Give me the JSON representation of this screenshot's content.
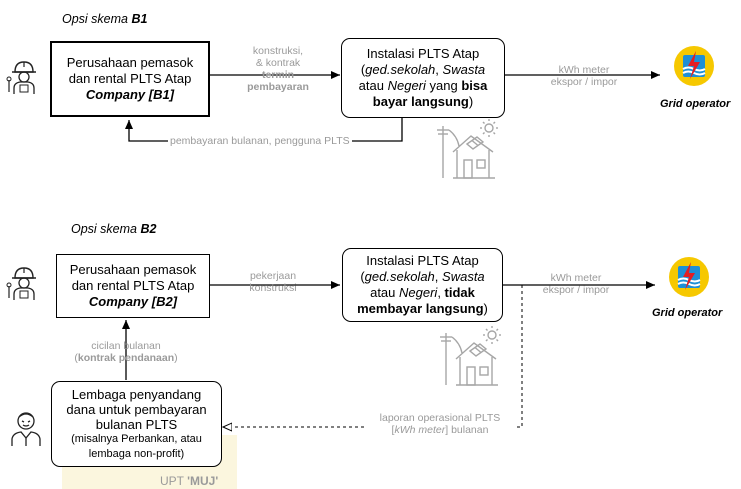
{
  "scheme1": {
    "title_prefix": "Opsi skema ",
    "title_code": "B1",
    "company_box": {
      "line1": "Perusahaan pemasok",
      "line2": "dan rental PLTS Atap",
      "company_label": "Company [",
      "company_code": "B1",
      "company_close": "]"
    },
    "install_box": {
      "line1": "Instalasi PLTS Atap",
      "paren_open": "(",
      "ged": "ged.sekolah",
      "comma1": ", ",
      "swasta": "Swasta",
      "atau": "atau ",
      "negeri": "Negeri",
      "yang": " yang ",
      "bisa": "bisa",
      "bayar": "bayar langsung",
      "paren_close": ")"
    },
    "label_contract": [
      "konstruksi,",
      "& kontrak",
      "termin",
      "pembayaran"
    ],
    "label_meter": [
      "kWh meter",
      "ekspor / impor"
    ],
    "label_payment": "pembayaran bulanan, pengguna PLTS",
    "grid_label": "Grid operator"
  },
  "scheme2": {
    "title_prefix": "Opsi skema ",
    "title_code": "B2",
    "company_box": {
      "line1": "Perusahaan pemasok",
      "line2": "dan rental PLTS Atap",
      "company_label": "Company [",
      "company_code": "B2",
      "company_close": "]"
    },
    "install_box": {
      "line1": "Instalasi PLTS Atap",
      "paren_open": "(",
      "ged": "ged.sekolah",
      "comma1": ", ",
      "swasta": "Swasta",
      "atau": "atau ",
      "negeri": "Negeri",
      "comma2": ", ",
      "tidak": "tidak",
      "membayar": "membayar langsung",
      "paren_close": ")"
    },
    "label_work": [
      "pekerjaan",
      "konstruksi"
    ],
    "label_meter": [
      "kWh meter",
      "ekspor / impor"
    ],
    "label_installment": [
      "cicilan bulanan",
      "kontrak pendanaan"
    ],
    "label_report_line1": "laporan operasional PLTS",
    "label_report_kwh": "kWh meter",
    "label_report_rest": " bulanan",
    "finance_box": {
      "line1": "Lembaga penyandang",
      "line2": "dana untuk pembayaran",
      "line3": "bulanan PLTS",
      "line4": "(misalnya Perbankan, atau",
      "line5": "lembaga non-profit)"
    },
    "grid_label": "Grid operator"
  },
  "watermark": {
    "prefix": "UPT ",
    "name": "'MUJ'"
  },
  "colors": {
    "line": "#000000",
    "gray_text": "#9a9a9a",
    "gray_icon": "#a6a6a6",
    "pln_yellow": "#f6c800",
    "pln_blue": "#1e8fd6",
    "pln_red": "#e31e24"
  },
  "icons": [
    "engineer-icon",
    "house-solar-icon",
    "grid-operator-logo",
    "finance-person-icon"
  ]
}
